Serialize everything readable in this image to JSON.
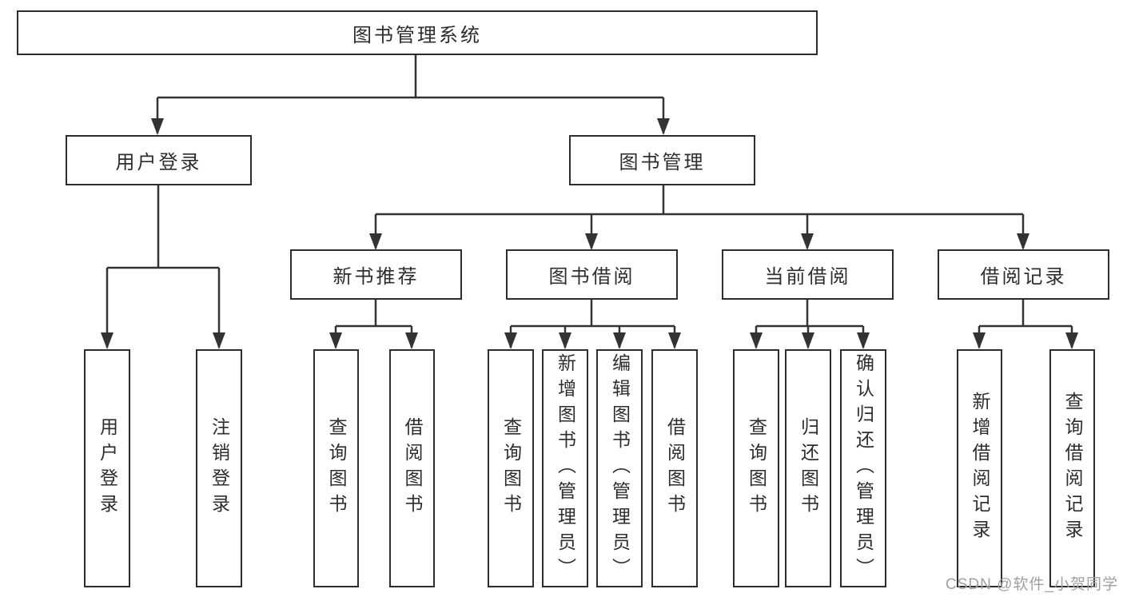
{
  "diagram": {
    "title": "图书管理系统",
    "watermark": "CSDN @软件_小贺同学"
  },
  "colors": {
    "line": "#333333",
    "border": "#2d2d2d",
    "fill": "#ffffff",
    "text": "#2d2d2d",
    "watermark": "#a0a0a0",
    "background": "#ffffff"
  },
  "nodes": {
    "root": {
      "label": "图书管理系统"
    },
    "user_login": {
      "label": "用户登录"
    },
    "book_mgmt": {
      "label": "图书管理"
    },
    "new_book_rec": {
      "label": "新书推荐"
    },
    "book_borrow": {
      "label": "图书借阅"
    },
    "current_borrow": {
      "label": "当前借阅"
    },
    "borrow_record": {
      "label": "借阅记录"
    },
    "leaf_user_login": {
      "label": "用户登录"
    },
    "leaf_logout": {
      "label": "注销登录"
    },
    "leaf_rec_query": {
      "label": "查询图书"
    },
    "leaf_rec_borrow": {
      "label": "借阅图书"
    },
    "leaf_bb_query": {
      "label": "查询图书"
    },
    "leaf_bb_add": {
      "label": "新增图书（管理员）"
    },
    "leaf_bb_edit": {
      "label": "编辑图书（管理员）"
    },
    "leaf_bb_borrow": {
      "label": "借阅图书"
    },
    "leaf_cb_query": {
      "label": "查询图书"
    },
    "leaf_cb_return": {
      "label": "归还图书"
    },
    "leaf_cb_confirm": {
      "label": "确认归还（管理员）"
    },
    "leaf_br_add": {
      "label": "新增借阅记录"
    },
    "leaf_br_query": {
      "label": "查询借阅记录"
    }
  }
}
